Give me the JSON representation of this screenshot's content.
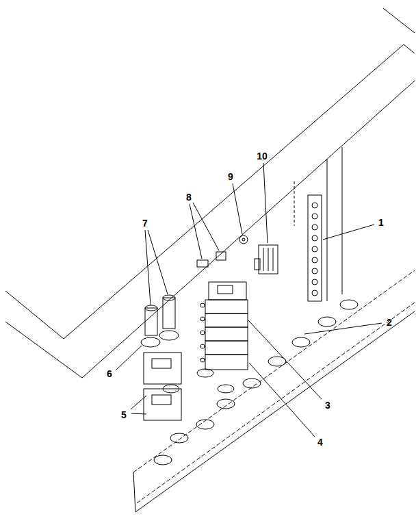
{
  "diagram": {
    "labels": [
      "10",
      "9",
      "8",
      "7",
      "1",
      "2",
      "6",
      "3",
      "5",
      "4"
    ]
  }
}
